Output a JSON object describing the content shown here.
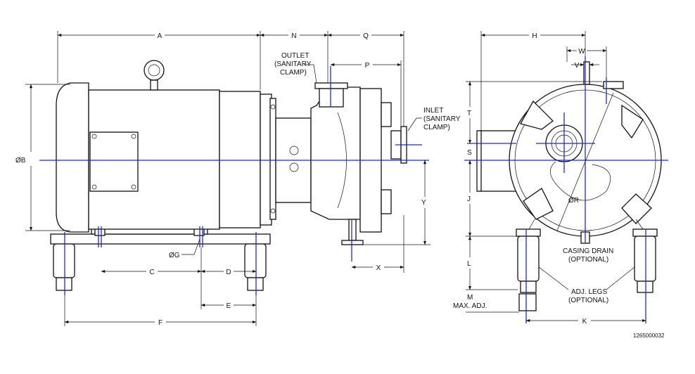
{
  "labels": {
    "dim_a": "A",
    "dim_n": "N",
    "dim_q": "Q",
    "dim_p": "P",
    "dim_b": "ØB",
    "dim_g": "ØG",
    "dim_c": "C",
    "dim_d": "D",
    "dim_e": "E",
    "dim_f": "F",
    "dim_x": "X",
    "dim_y": "Y",
    "dim_h": "H",
    "dim_w": "W",
    "dim_v": "V",
    "dim_t": "T",
    "dim_s": "S",
    "dim_j": "J",
    "dim_r": "ØR",
    "dim_l": "L",
    "dim_m": "M",
    "dim_k": "K",
    "outlet_1": "OUTLET",
    "outlet_2": "(SANITARY",
    "outlet_3": "CLAMP)",
    "inlet_1": "INLET",
    "inlet_2": "(SANITARY",
    "inlet_3": "CLAMP)",
    "drain_1": "CASING DRAIN",
    "drain_2": "(OPTIONAL)",
    "legs_1": "ADJ. LEGS",
    "legs_2": "(OPTIONAL)",
    "max_adj": "MAX. ADJ.",
    "drawing_no": "1265000032"
  },
  "colors": {
    "centerline": "#1f2bcf",
    "line": "#111111"
  }
}
